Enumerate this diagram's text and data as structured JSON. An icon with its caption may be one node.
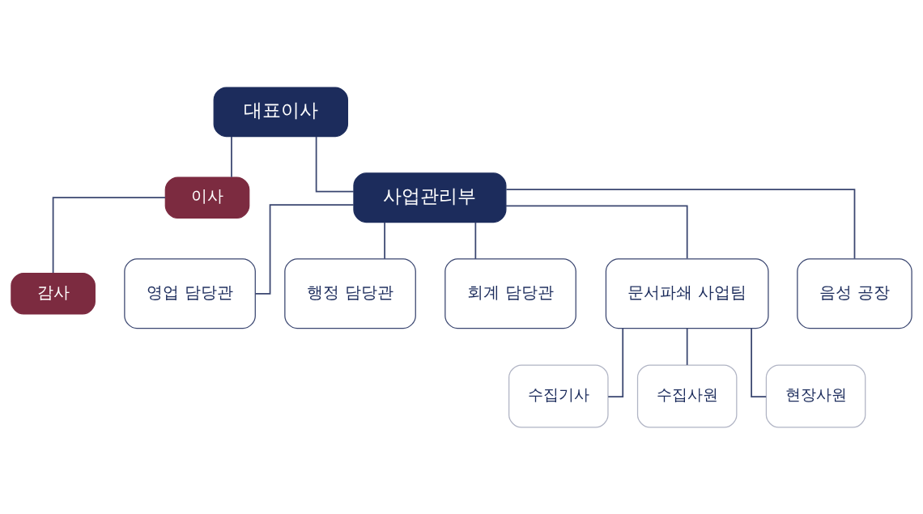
{
  "diagram": {
    "nodes": [
      {
        "text": [
          "대표이사"
        ]
      },
      {
        "text": [
          "이사"
        ]
      },
      {
        "text": [
          "감사"
        ]
      },
      {
        "text": [
          "사업관리부"
        ]
      },
      {
        "text": [
          "영업 담당관"
        ]
      },
      {
        "text": [
          "행정 담당관"
        ]
      },
      {
        "text": [
          "회계 담당관"
        ]
      },
      {
        "text": [
          "문서파쇄 사업팀"
        ]
      },
      {
        "text": [
          "음성 공장"
        ]
      },
      {
        "text": [
          "수집기사"
        ]
      },
      {
        "text": [
          "수집사원"
        ]
      },
      {
        "text": [
          "현장사원"
        ]
      }
    ],
    "edges": [
      {
        "from": 0,
        "to": 3,
        "arrow": "none"
      },
      {
        "from": 0,
        "to": 1,
        "arrow": "none"
      },
      {
        "from": 1,
        "to": 2,
        "arrow": "none"
      },
      {
        "from": 3,
        "to": 4,
        "arrow": "none"
      },
      {
        "from": 3,
        "to": 5,
        "arrow": "none"
      },
      {
        "from": 3,
        "to": 6,
        "arrow": "none"
      },
      {
        "from": 3,
        "to": 7,
        "arrow": "none"
      },
      {
        "from": 3,
        "to": 8,
        "arrow": "none"
      },
      {
        "from": 7,
        "to": 9,
        "arrow": "none"
      },
      {
        "from": 7,
        "to": 10,
        "arrow": "none"
      },
      {
        "from": 7,
        "to": 11,
        "arrow": "none"
      }
    ]
  }
}
